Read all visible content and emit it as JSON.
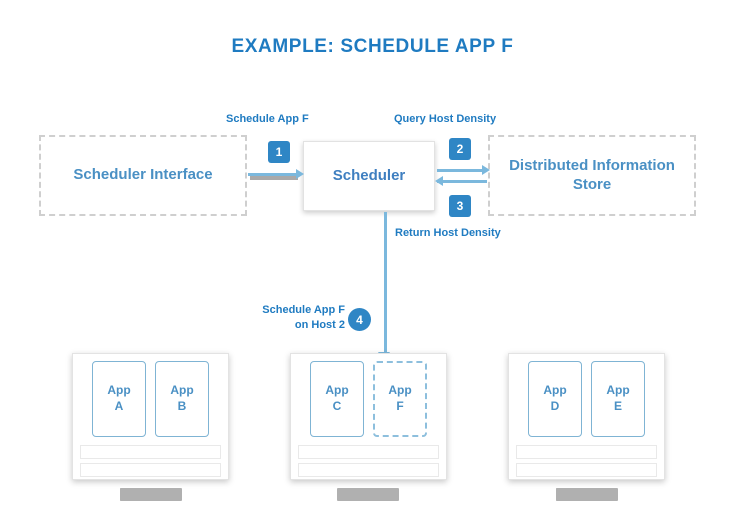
{
  "title": "EXAMPLE: SCHEDULE APP F",
  "nodes": {
    "scheduler_interface": "Scheduler Interface",
    "scheduler": "Scheduler",
    "information_store": "Distributed\nInformation Store"
  },
  "connector_labels": {
    "schedule_app_f": "Schedule App F",
    "query_host_density": "Query Host Density",
    "return_host_density": "Return Host Density",
    "schedule_on_host": "Schedule App F\non Host 2"
  },
  "badges": {
    "one": "1",
    "two": "2",
    "three": "3",
    "four": "4"
  },
  "hosts": [
    {
      "name": "host-1",
      "caption": "",
      "apps": [
        {
          "label": "App\nA",
          "style": "solid"
        },
        {
          "label": "App\nB",
          "style": "solid"
        }
      ]
    },
    {
      "name": "host-2",
      "caption": "",
      "apps": [
        {
          "label": "App\nC",
          "style": "solid"
        },
        {
          "label": "App\nF",
          "style": "dashed"
        }
      ]
    },
    {
      "name": "host-3",
      "caption": "",
      "apps": [
        {
          "label": "App\nD",
          "style": "solid"
        },
        {
          "label": "App\nE",
          "style": "solid"
        }
      ]
    }
  ],
  "colors": {
    "title_blue": "#1f7bc1",
    "node_text_blue": "#4a90c4",
    "badge_blue": "#2f86c5",
    "arrow_blue": "#7bb8dd",
    "app_border_blue": "#7fb4d4",
    "redaction_gray": "#b0b0b0"
  }
}
